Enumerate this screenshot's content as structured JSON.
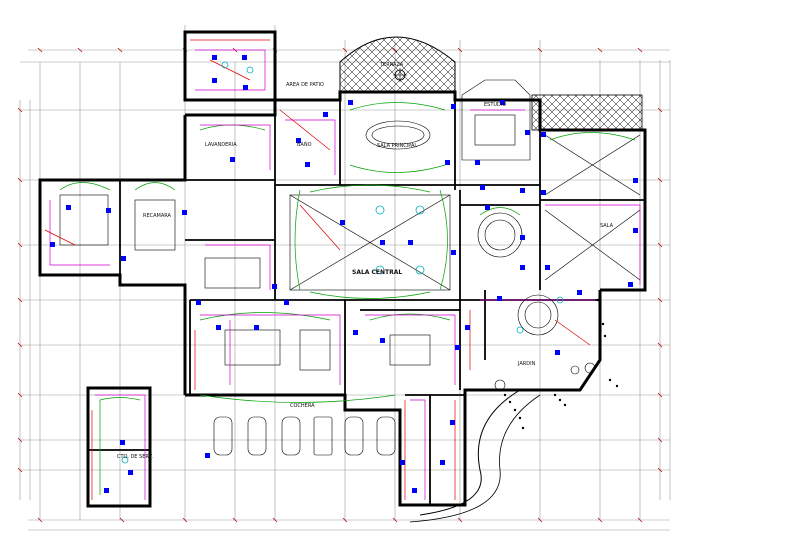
{
  "room_labels": {
    "area_patio": "AREA DE PATIO",
    "lavanderia": "LAVANDERIA",
    "bano": "BAÑO",
    "sala_principal": "SALA PRINCIPAL",
    "estudio": "ESTUDIO",
    "recamara": "RECAMARA",
    "sala_central": "SALA CENTRAL",
    "cochera": "COCHERA",
    "cuarto_servicio": "CTO. DE SERV.",
    "sala": "SALA",
    "jardin": "JARDIN",
    "terraza": "TERRAZA"
  },
  "colors": {
    "wall": "#000000",
    "red": "#e00000",
    "green": "#00a000",
    "blue": "#0000ff",
    "magenta": "#d000d0",
    "cyan": "#00b0c0",
    "gray": "#808080"
  }
}
